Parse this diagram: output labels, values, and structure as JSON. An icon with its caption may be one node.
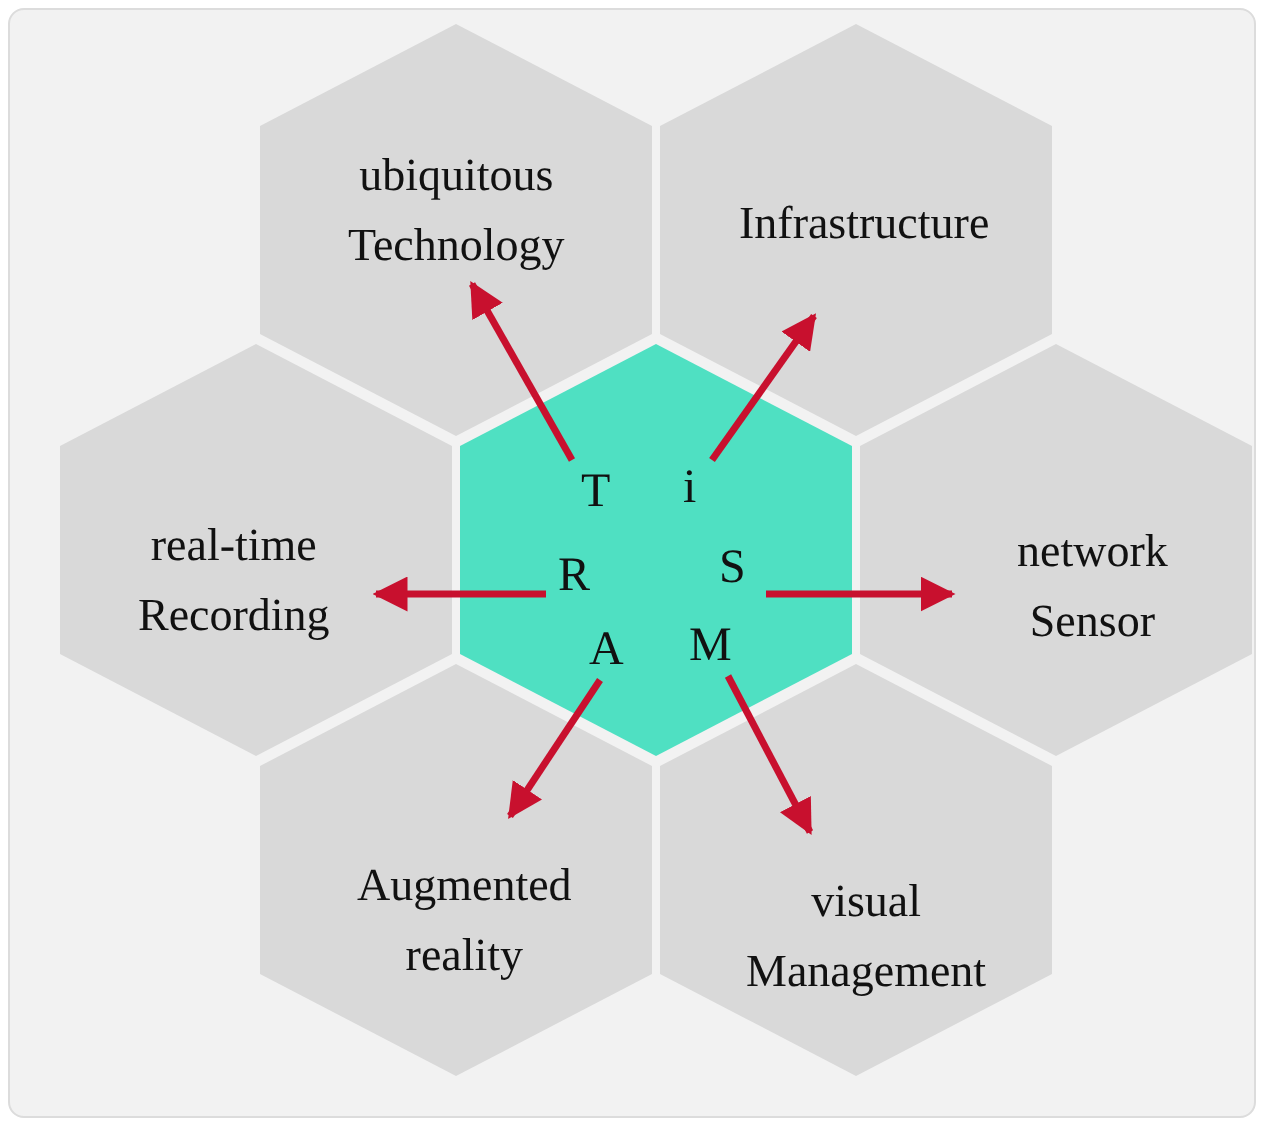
{
  "diagram": {
    "nodes": [
      {
        "text": [
          "ubiquitous Technology"
        ]
      },
      {
        "text": [
          "Infrastructure"
        ]
      },
      {
        "text": [
          "real-time Recording"
        ]
      },
      {
        "text": [],
        "shape": "hexagon"
      },
      {
        "text": [
          "T"
        ],
        "in": 3
      },
      {
        "text": [
          "i"
        ],
        "in": 3
      },
      {
        "text": [
          "R"
        ],
        "in": 3
      },
      {
        "text": [
          "S"
        ],
        "in": 3
      },
      {
        "text": [
          "A"
        ],
        "in": 3
      },
      {
        "text": [
          "M"
        ],
        "in": 3
      },
      {
        "text": [
          "network Sensor"
        ]
      },
      {
        "text": [
          "Augmented reality"
        ]
      },
      {
        "text": [
          "visual Management"
        ]
      }
    ],
    "edges": [
      {
        "from": 4,
        "to": 0,
        "arrow": "to"
      },
      {
        "from": 5,
        "to": 1,
        "arrow": "to"
      },
      {
        "from": 6,
        "to": 2,
        "arrow": "to"
      },
      {
        "from": 7,
        "to": 10,
        "arrow": "to"
      },
      {
        "from": 8,
        "to": 11,
        "arrow": "to"
      },
      {
        "from": 9,
        "to": 12,
        "arrow": "to"
      }
    ]
  }
}
